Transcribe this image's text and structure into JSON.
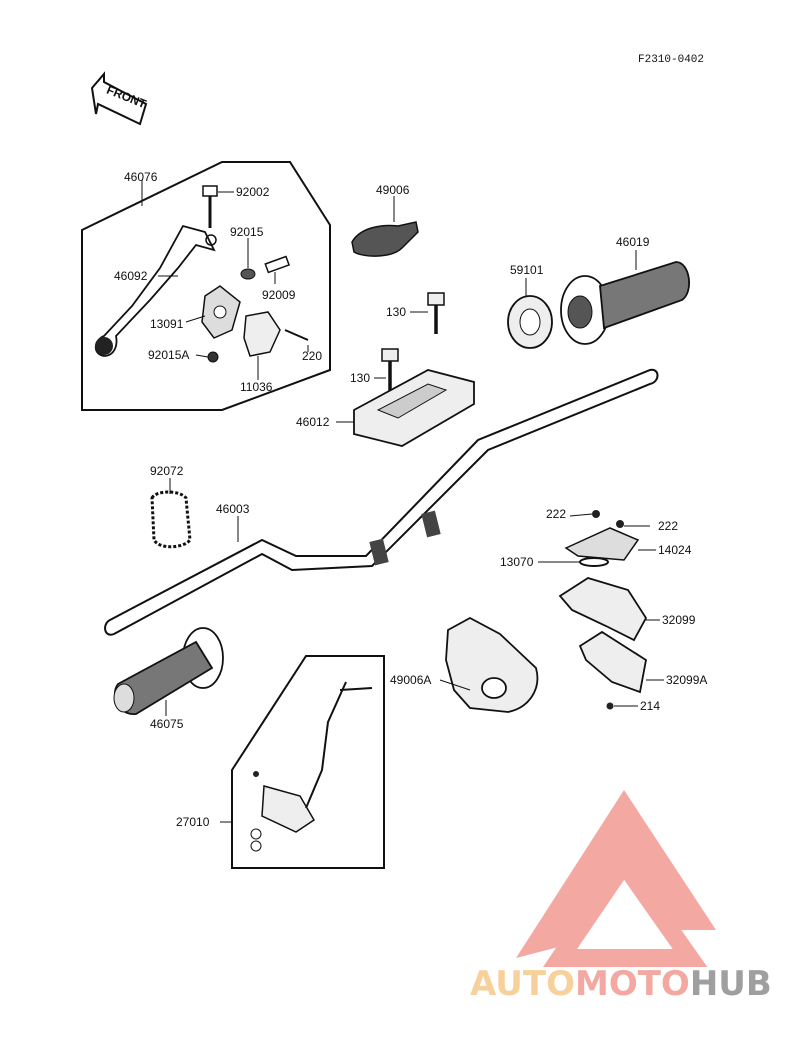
{
  "diagram": {
    "code": "F2310-0402",
    "front_label": "FRONT",
    "parts": [
      {
        "id": "46076",
        "label": "46076"
      },
      {
        "id": "92002",
        "label": "92002"
      },
      {
        "id": "92015",
        "label": "92015"
      },
      {
        "id": "46092",
        "label": "46092"
      },
      {
        "id": "92009",
        "label": "92009"
      },
      {
        "id": "13091",
        "label": "13091"
      },
      {
        "id": "92015A",
        "label": "92015A"
      },
      {
        "id": "220",
        "label": "220"
      },
      {
        "id": "11036",
        "label": "11036"
      },
      {
        "id": "49006",
        "label": "49006"
      },
      {
        "id": "130a",
        "label": "130"
      },
      {
        "id": "130b",
        "label": "130"
      },
      {
        "id": "46012",
        "label": "46012"
      },
      {
        "id": "59101",
        "label": "59101"
      },
      {
        "id": "46019",
        "label": "46019"
      },
      {
        "id": "92072",
        "label": "92072"
      },
      {
        "id": "46003",
        "label": "46003"
      },
      {
        "id": "222a",
        "label": "222"
      },
      {
        "id": "222b",
        "label": "222"
      },
      {
        "id": "13070",
        "label": "13070"
      },
      {
        "id": "14024",
        "label": "14024"
      },
      {
        "id": "32099",
        "label": "32099"
      },
      {
        "id": "32099A",
        "label": "32099A"
      },
      {
        "id": "214",
        "label": "214"
      },
      {
        "id": "49006A",
        "label": "49006A"
      },
      {
        "id": "46075",
        "label": "46075"
      },
      {
        "id": "27010",
        "label": "27010"
      }
    ]
  },
  "watermark": {
    "part1": "AUTO",
    "part2": "MOTO",
    "part3": "HUB",
    "color1": "#f5c27a",
    "color2": "#f08b84",
    "color3": "#808080"
  }
}
